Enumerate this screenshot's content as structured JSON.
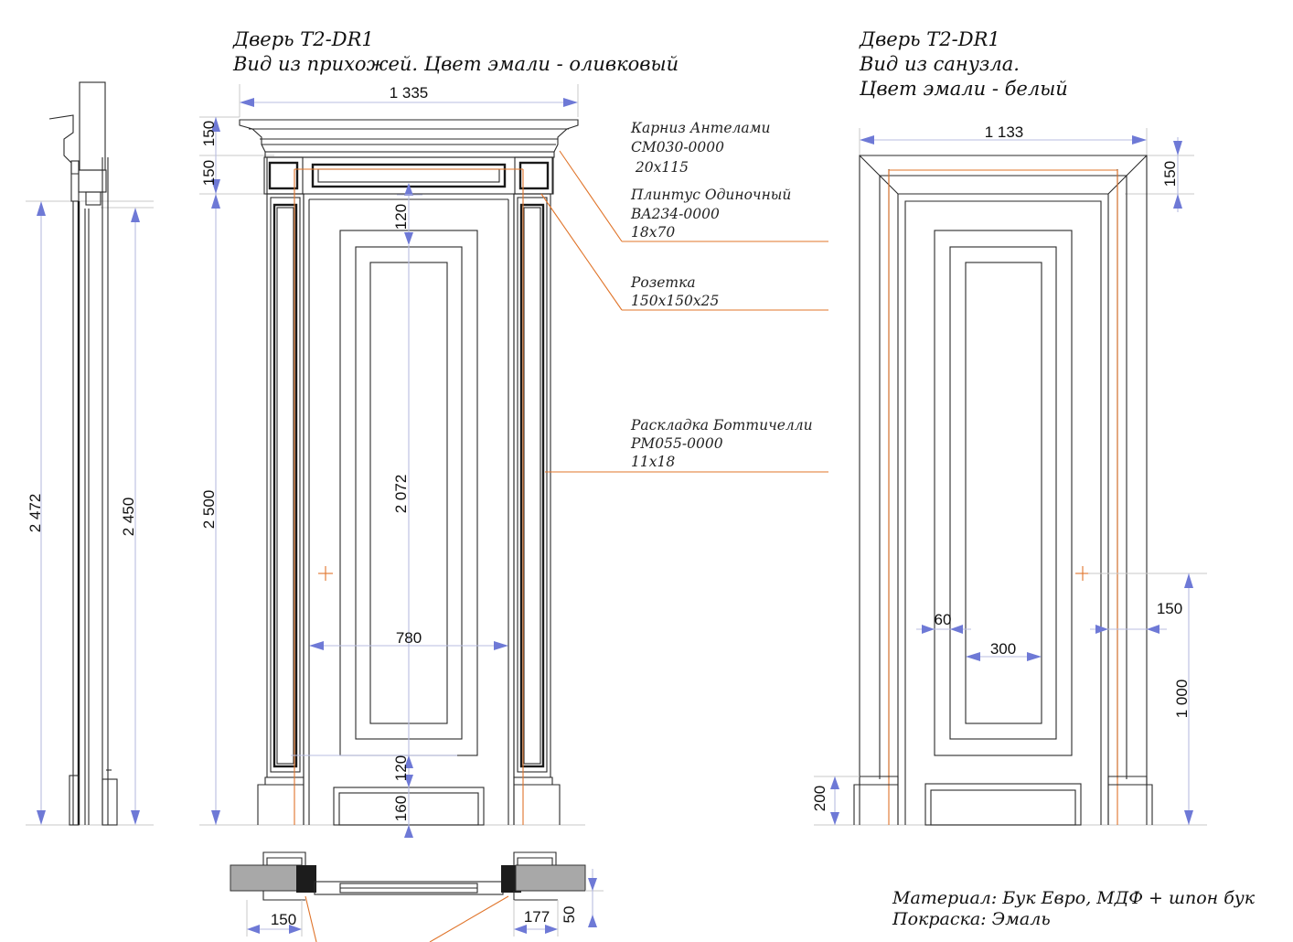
{
  "left_view": {
    "title": "Дверь Т2-DR1",
    "subtitle": "Вид из прихожей. Цвет эмали - оливковый"
  },
  "right_view": {
    "title": "Дверь Т2-DR1",
    "subtitle_1": "Вид из санузла.",
    "subtitle_2": "Цвет эмали - белый"
  },
  "callouts": {
    "cornice": {
      "l1": "Карниз Антелами",
      "l2": "CM030-0000",
      "l3": " 20x115"
    },
    "plinth": {
      "l1": "Плинтус Одиночный",
      "l2": "BA234-0000",
      "l3": "18x70"
    },
    "rosette": {
      "l1": "Розетка",
      "l2": "150x150x25"
    },
    "molding": {
      "l1": "Раскладка Боттичелли",
      "l2": "PM055-0000",
      "l3": "11x18"
    }
  },
  "dimensions": {
    "side_total": "2 472",
    "side_leaf": "2 450",
    "front_width": "1 335",
    "front_cornice": "150",
    "front_band": "150",
    "front_height": "2 500",
    "top_rail": "120",
    "panel_height": "2 072",
    "leaf_width": "780",
    "bottom_rail": "120",
    "bottom_panel": "160",
    "back_width": "1 133",
    "back_top": "150",
    "back_stile": "60",
    "back_panel": "300",
    "back_side": "150",
    "back_handle": "1 000",
    "back_base": "200",
    "plan_left": "150",
    "plan_right": "177",
    "plan_depth": "50"
  },
  "footer": {
    "material": "Материал: Бук Евро, МДФ + шпон бук",
    "finish": "Покраска: Эмаль"
  },
  "colors": {
    "dimension_arrow": "#6e79d6",
    "leader": "#e0742a",
    "outline": "#2a2a2a"
  }
}
